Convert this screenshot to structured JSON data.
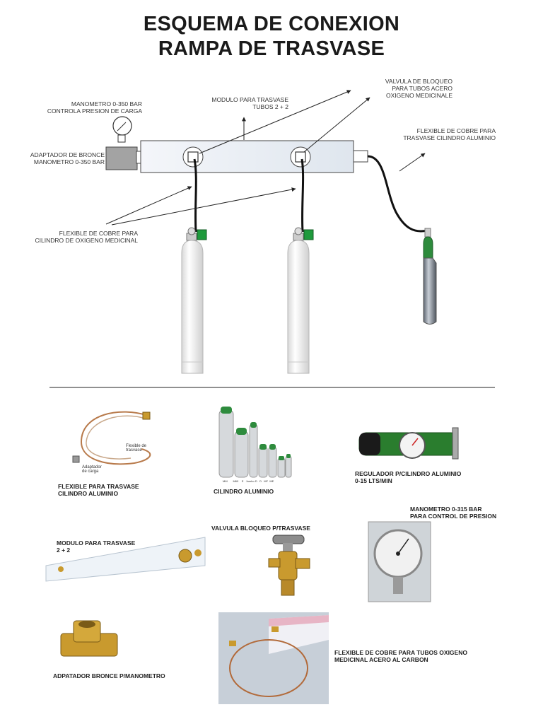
{
  "header": {
    "title_line1": "ESQUEMA DE CONEXION",
    "title_line2": "RAMPA DE TRASVASE"
  },
  "diagram": {
    "manometro": [
      "MANOMETRO 0-350 BAR",
      "CONTROLA PRESION DE CARGA"
    ],
    "adaptador": [
      "ADAPTADOR DE BRONCE",
      "MANOMETRO 0-350 BAR"
    ],
    "modulo": [
      "MODULO PARA TRASVASE",
      "TUBOS 2 + 2"
    ],
    "valvula": [
      "VALVULA DE BLOQUEO",
      "PARA TUBOS ACERO",
      "OXIGENO MEDICINALE"
    ],
    "flexible_aluminio": [
      "FLEXIBLE DE COBRE PARA",
      "TRASVASE CILINDRO ALUMINIO"
    ],
    "flexible_oxigeno": [
      "FLEXIBLE DE COBRE PARA",
      "CILINDRO DE OXIGENO MEDICINAL"
    ]
  },
  "catalog": {
    "flexible_trasvase": [
      "FLEXIBLE  PARA TRASVASE",
      "CILINDRO ALUMINIO"
    ],
    "flexible_photo_labels": [
      "Flexible de",
      "trasvase",
      "Adaptador",
      "de carga"
    ],
    "cilindro": "CILINDRO ALUMINIO",
    "cilindro_sizes": [
      "MM",
      "M60",
      "E",
      "Jumbo D",
      "D",
      "MF",
      "ME"
    ],
    "regulador": [
      "REGULADOR P/CILINDRO ALUMINIO",
      "0-15 LTS/MIN"
    ],
    "manometro_315": [
      "MANOMETRO 0-315 BAR",
      "PARA CONTROL DE PRESION"
    ],
    "modulo": [
      "MODULO PARA TRASVASE",
      "2 + 2"
    ],
    "valvula": "VALVULA BLOQUEO P/TRASVASE",
    "adaptador": "ADPATADOR BRONCE P/MANOMETRO",
    "flexible_cobre": [
      "FLEXIBLE  DE COBRE PARA TUBOS OXIGENO",
      "MEDICINAL ACERO AL CARBON"
    ]
  },
  "colors": {
    "valve_green": "#1e9a3c",
    "copper": "#b87a4b",
    "brass": "#c99a2e",
    "aluminium_green": "#2e8b3d"
  }
}
